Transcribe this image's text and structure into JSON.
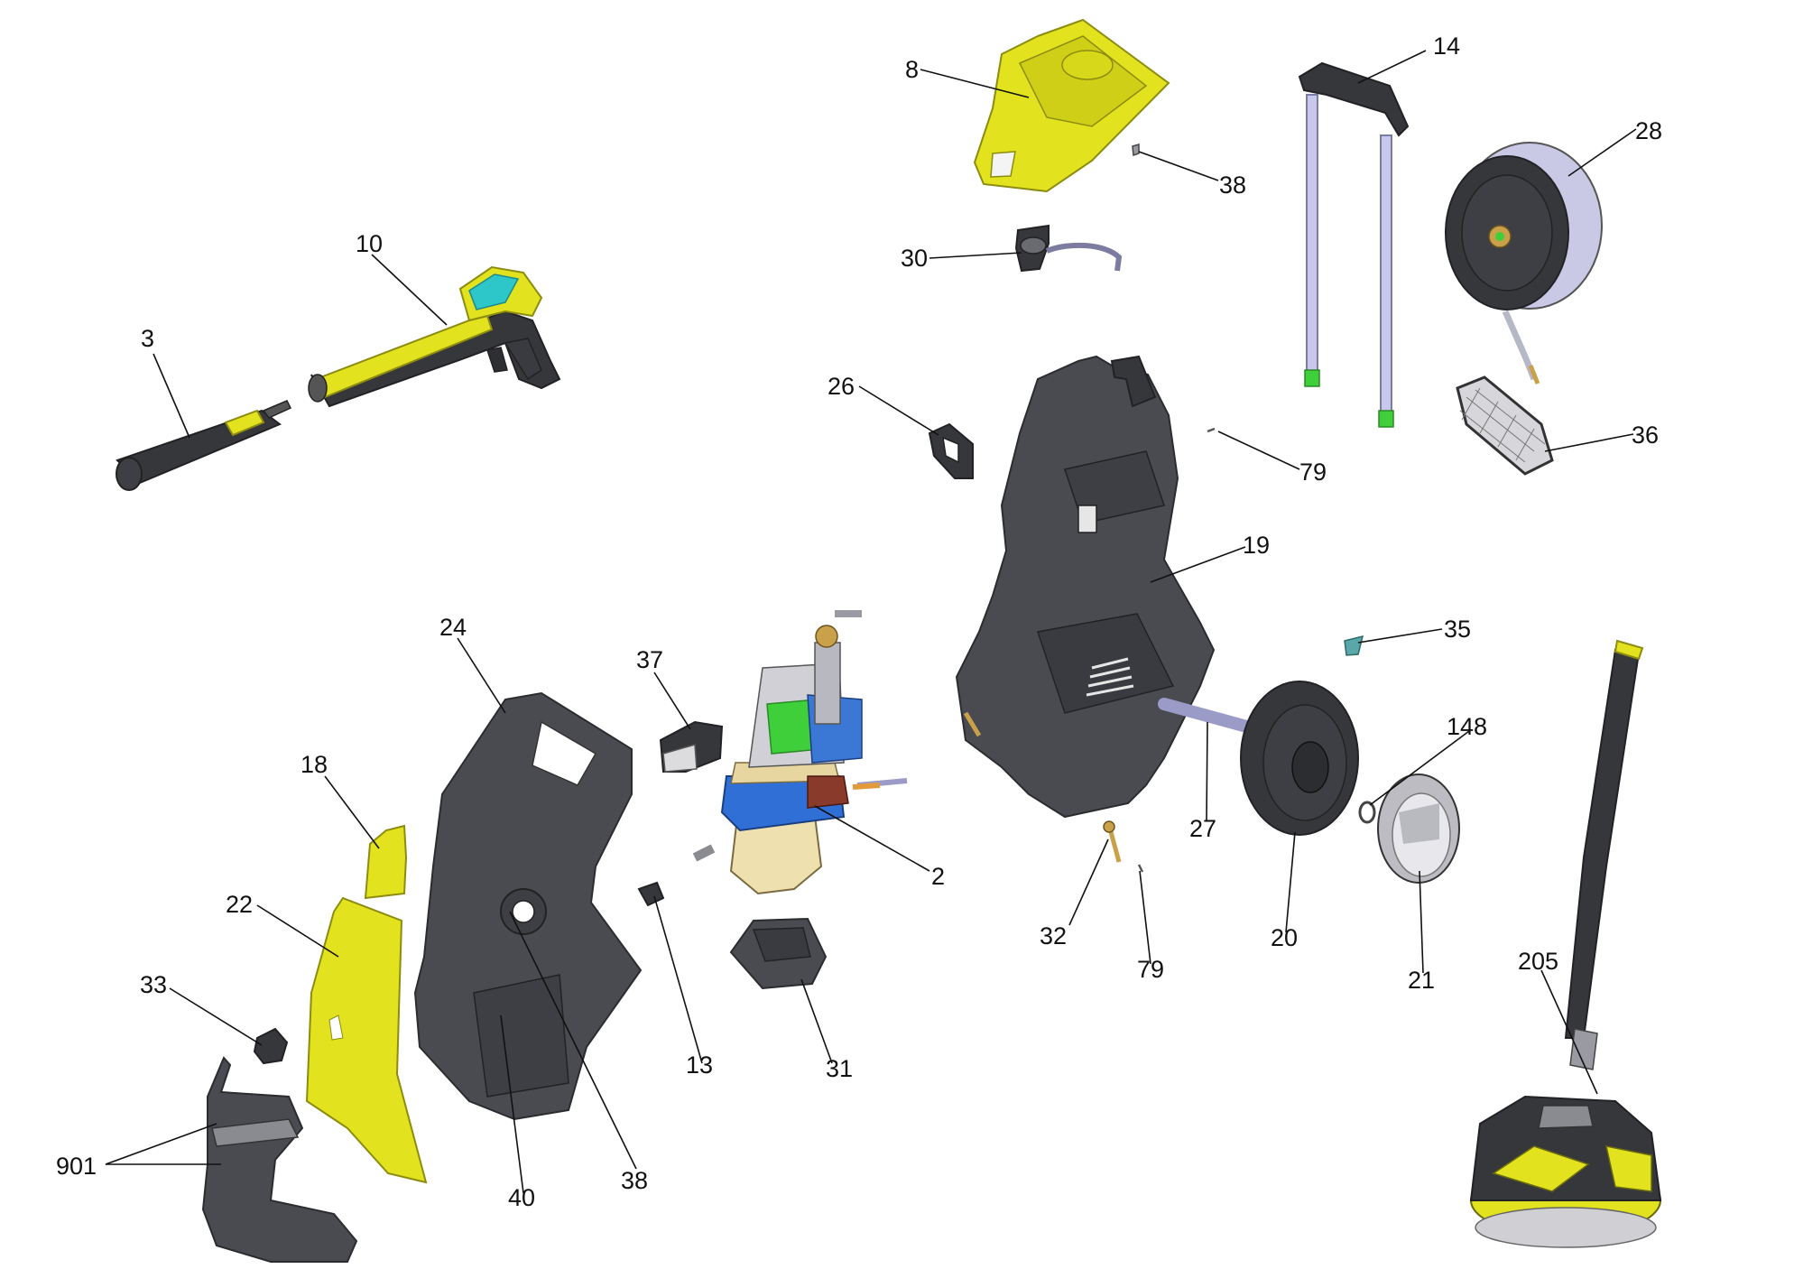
{
  "colors": {
    "body_dark": "#4a4b50",
    "accent_yellow": "#e2e21e",
    "handle_lavender": "#c7c8ea",
    "motor_blue": "#2f6fd6",
    "motor_green": "#3fcf3a",
    "display_cyan": "#2ec7c9"
  },
  "callouts": [
    {
      "id": "c8",
      "label": "8"
    },
    {
      "id": "c38a",
      "label": "38"
    },
    {
      "id": "c30",
      "label": "30"
    },
    {
      "id": "c14",
      "label": "14"
    },
    {
      "id": "c28",
      "label": "28"
    },
    {
      "id": "c10",
      "label": "10"
    },
    {
      "id": "c3",
      "label": "3"
    },
    {
      "id": "c26",
      "label": "26"
    },
    {
      "id": "c79a",
      "label": "79"
    },
    {
      "id": "c36",
      "label": "36"
    },
    {
      "id": "c19",
      "label": "19"
    },
    {
      "id": "c35",
      "label": "35"
    },
    {
      "id": "c24",
      "label": "24"
    },
    {
      "id": "c37",
      "label": "37"
    },
    {
      "id": "c148",
      "label": "148"
    },
    {
      "id": "c18",
      "label": "18"
    },
    {
      "id": "c27",
      "label": "27"
    },
    {
      "id": "c2",
      "label": "2"
    },
    {
      "id": "c22",
      "label": "22"
    },
    {
      "id": "c32",
      "label": "32"
    },
    {
      "id": "c20",
      "label": "20"
    },
    {
      "id": "c79b",
      "label": "79"
    },
    {
      "id": "c21",
      "label": "21"
    },
    {
      "id": "c205",
      "label": "205"
    },
    {
      "id": "c33",
      "label": "33"
    },
    {
      "id": "c13",
      "label": "13"
    },
    {
      "id": "c31",
      "label": "31"
    },
    {
      "id": "c901",
      "label": "901"
    },
    {
      "id": "c40",
      "label": "40"
    },
    {
      "id": "c38b",
      "label": "38"
    }
  ]
}
